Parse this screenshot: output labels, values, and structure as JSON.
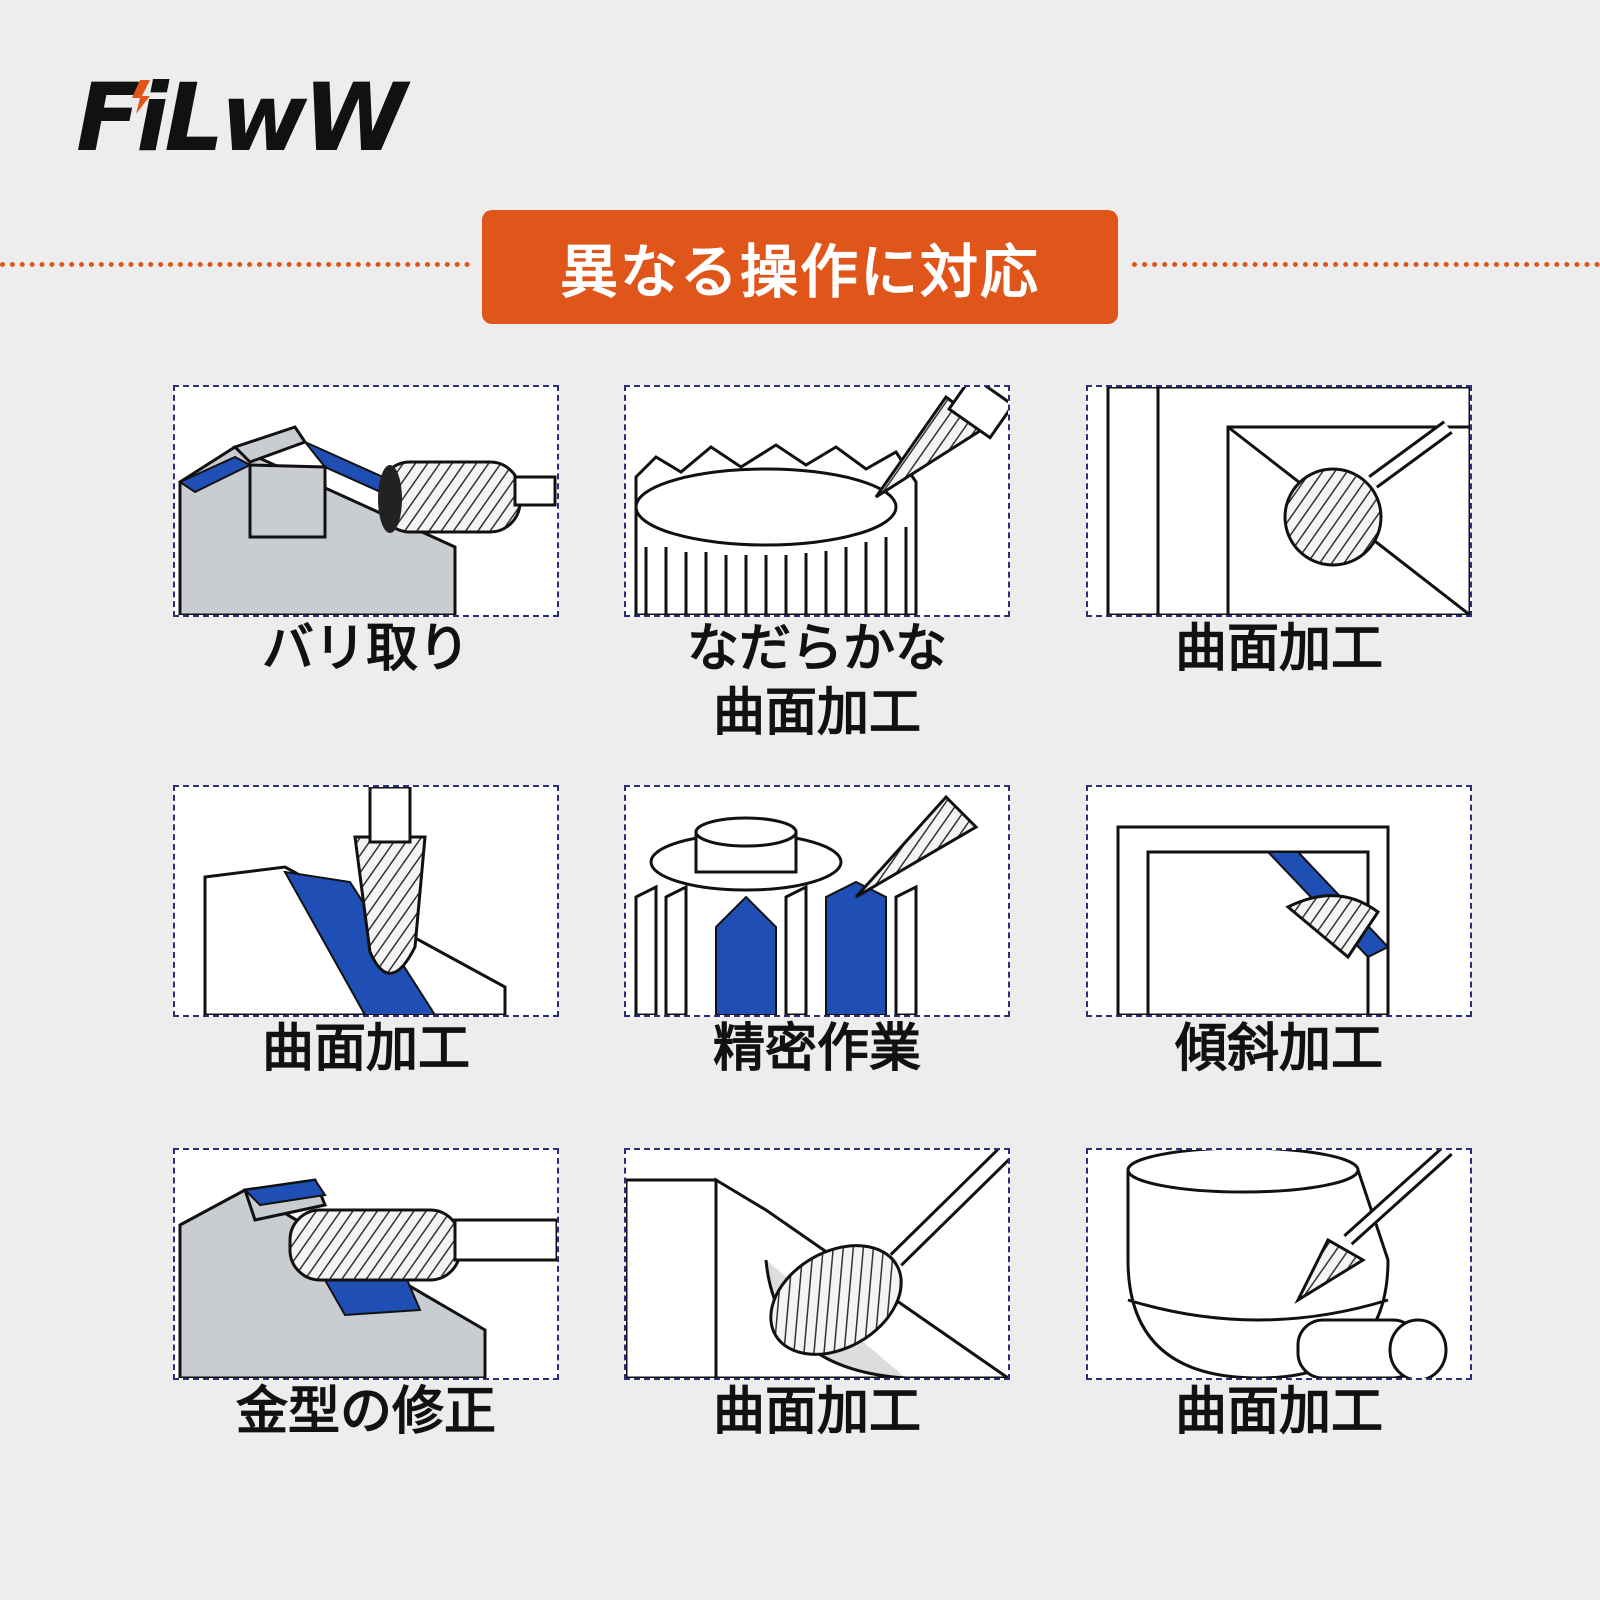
{
  "brand": {
    "logo_text": "FiLwW"
  },
  "title": "異なる操作に対応",
  "colors": {
    "accent": "#e0561a",
    "frame": "#2a2f7a",
    "highlight": "#1f4fb5",
    "background": "#ededed"
  },
  "cards": [
    {
      "label": [
        "バリ取り"
      ]
    },
    {
      "label": [
        "なだらかな",
        "曲面加工"
      ]
    },
    {
      "label": [
        "曲面加工"
      ]
    },
    {
      "label": [
        "曲面加工"
      ]
    },
    {
      "label": [
        "精密作業"
      ]
    },
    {
      "label": [
        "傾斜加工"
      ]
    },
    {
      "label": [
        "金型の修正"
      ]
    },
    {
      "label": [
        "曲面加工"
      ]
    },
    {
      "label": [
        "曲面加工"
      ]
    }
  ]
}
